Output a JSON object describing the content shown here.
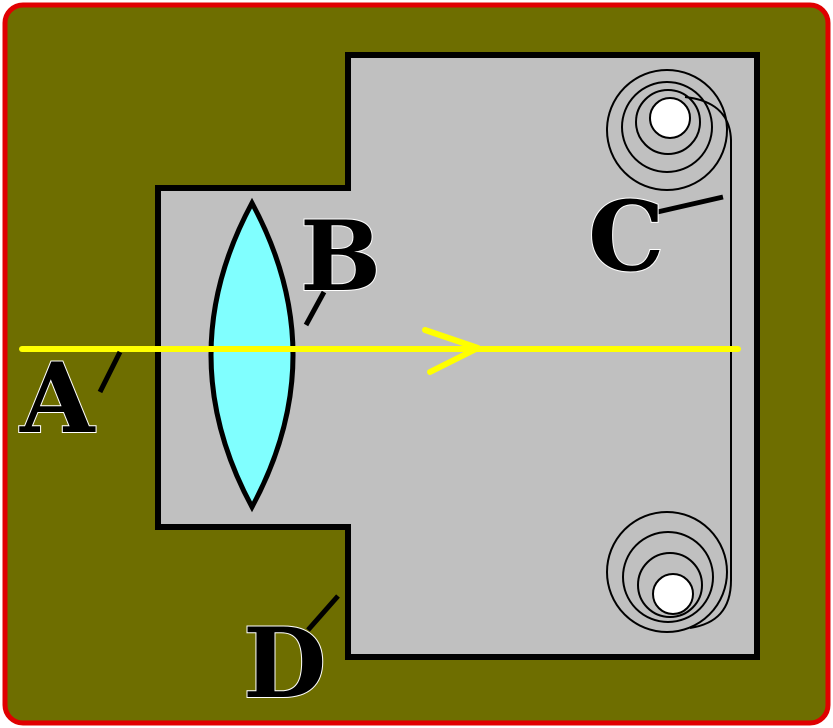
{
  "labels": {
    "a": "A",
    "b": "B",
    "c": "C",
    "d": "D"
  },
  "colors": {
    "frame_border": "#e00000",
    "background": "#6e6e00",
    "camera_body": "#c0c0c0",
    "lens": "#80ffff",
    "light_ray": "#ffff00",
    "spool_hub": "#ffffff",
    "outline": "#000000"
  },
  "icons": {
    "lens": "convex-lens-icon",
    "ray": "light-ray-arrow-icon",
    "film_spool_top": "film-spool-icon",
    "film_spool_bottom": "film-spool-icon"
  }
}
